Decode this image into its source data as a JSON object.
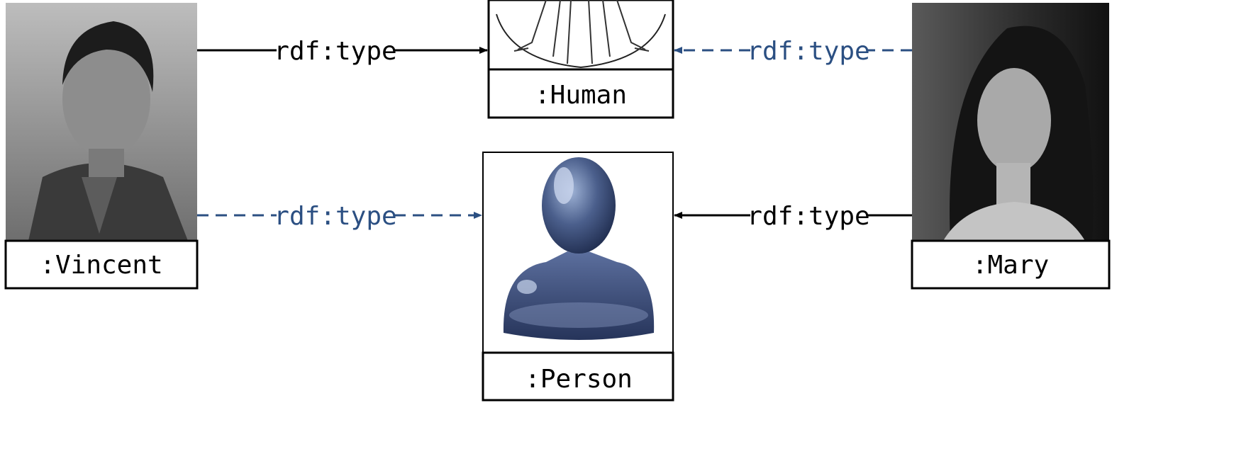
{
  "nodes": {
    "vincent": {
      "label": ":Vincent",
      "image": "vincent-portrait-photo"
    },
    "mary": {
      "label": ":Mary",
      "image": "mary-portrait-photo"
    },
    "human": {
      "label": ":Human",
      "image": "anatomical-human-figure-drawing"
    },
    "person": {
      "label": ":Person",
      "image": "person-silhouette-icon"
    }
  },
  "edges": {
    "vincent_human": {
      "label": "rdf:type",
      "style": "solid"
    },
    "vincent_person": {
      "label": "rdf:type",
      "style": "dashed"
    },
    "mary_human": {
      "label": "rdf:type",
      "style": "dashed"
    },
    "mary_person": {
      "label": "rdf:type",
      "style": "solid"
    }
  },
  "colors": {
    "solid_edge": "#000000",
    "inferred_edge": "#2b4f82"
  }
}
